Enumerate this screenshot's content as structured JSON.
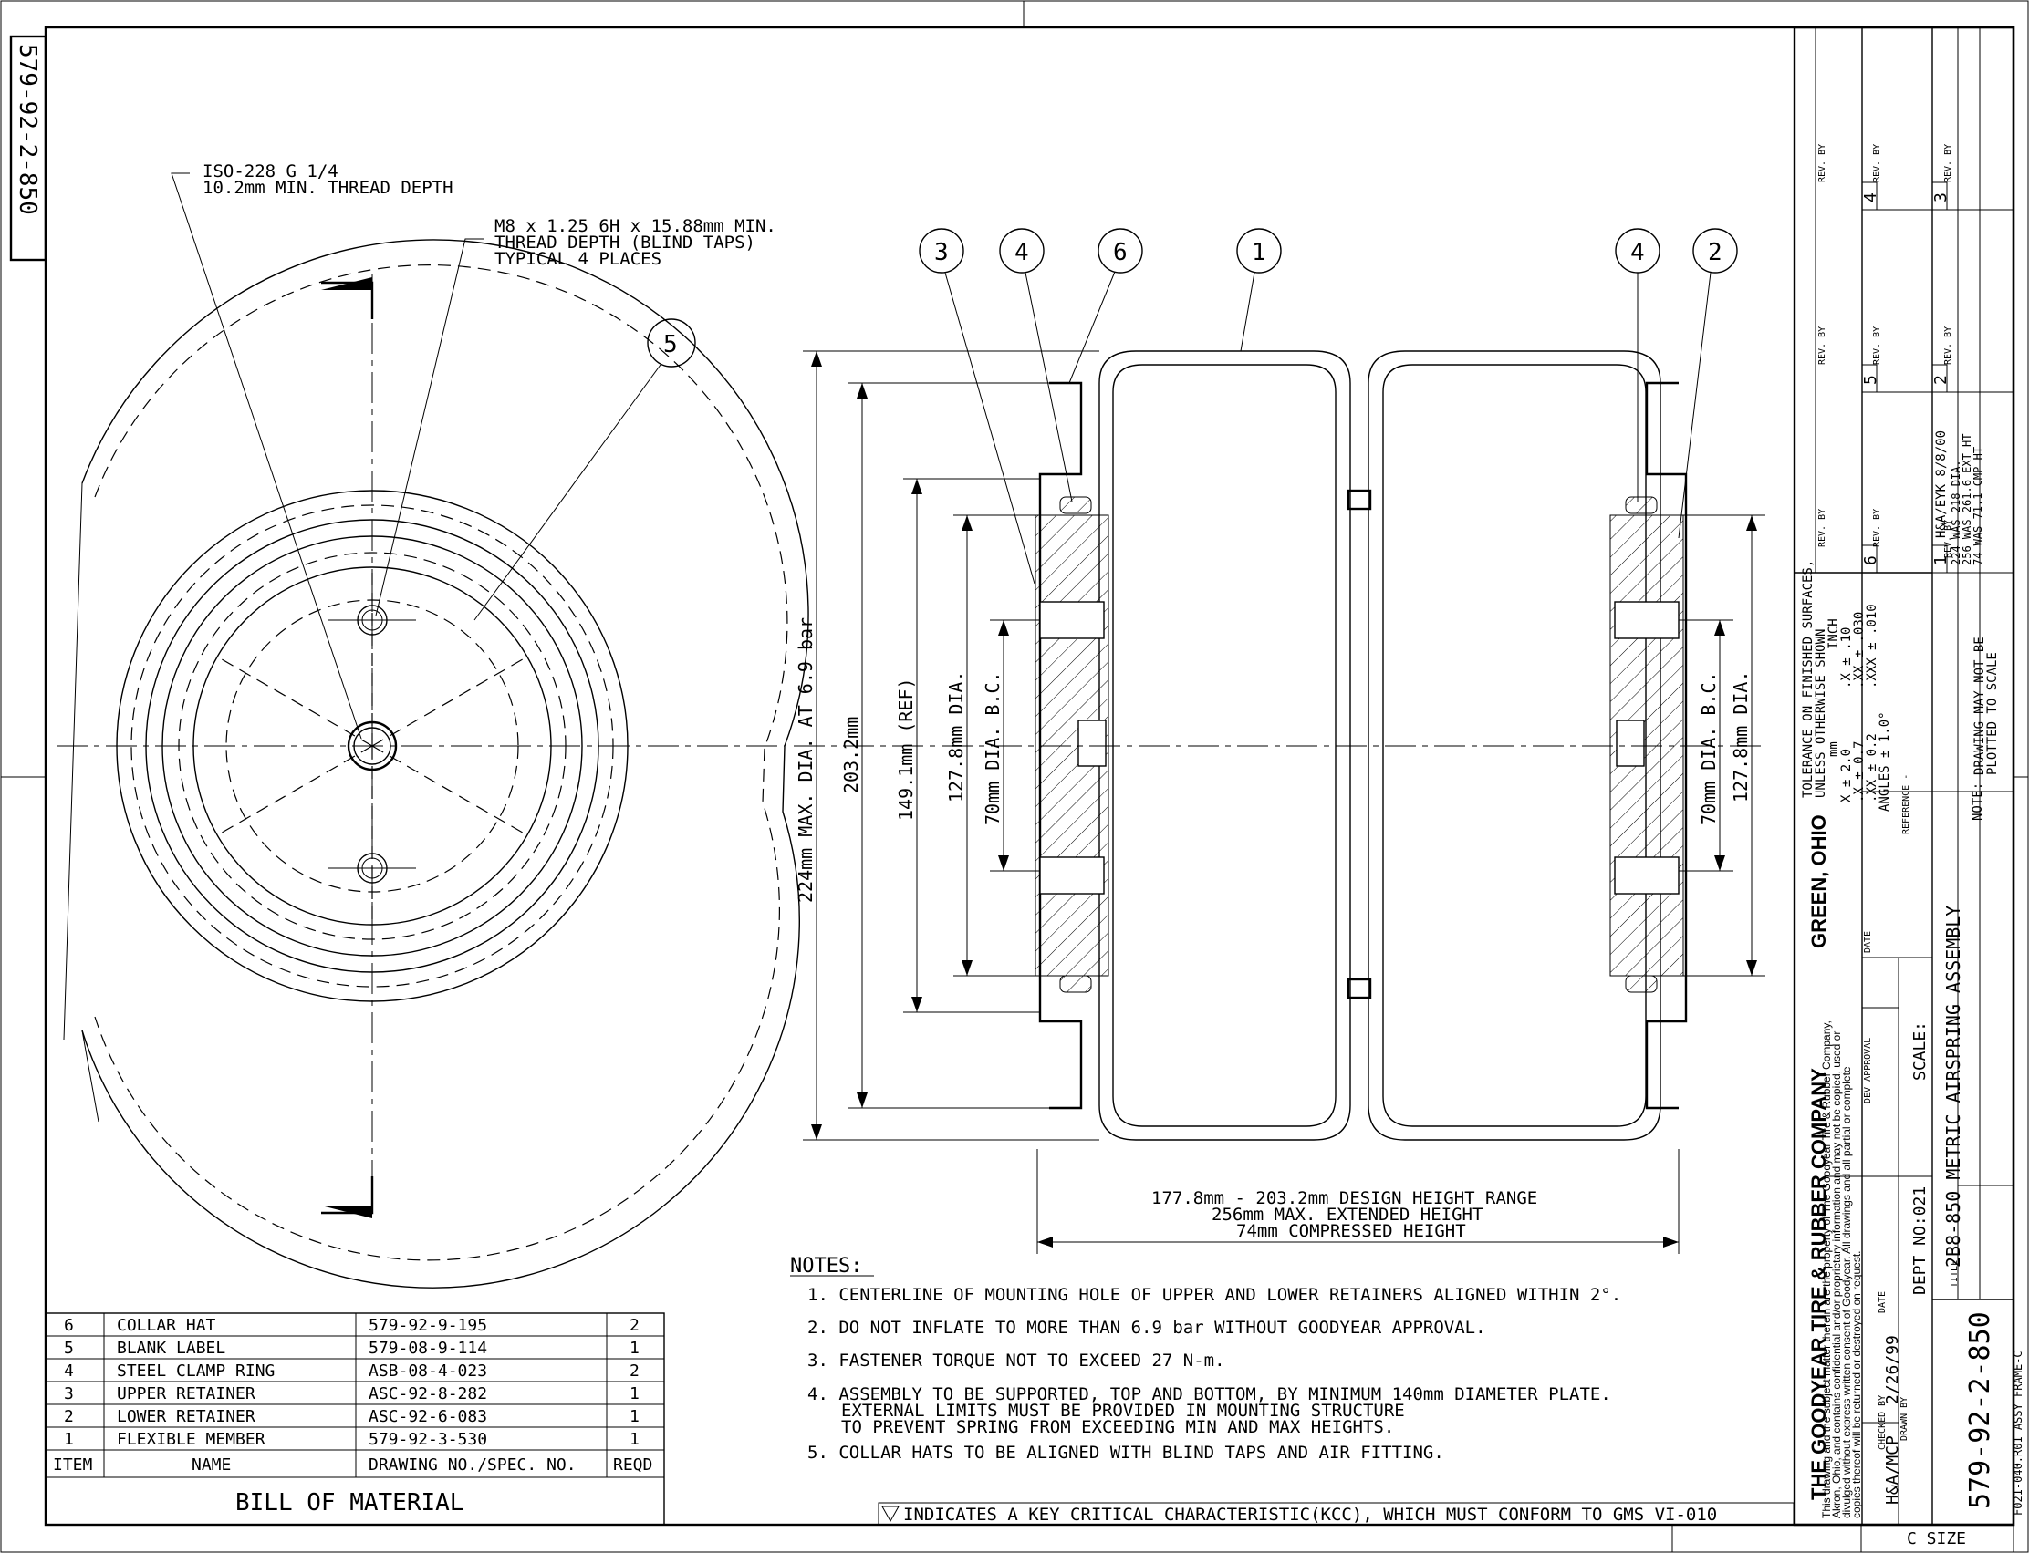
{
  "drawing_number": "579-92-2-850",
  "callouts": {
    "iso_thread_line1": "ISO-228 G 1/4",
    "iso_thread_line2": "10.2mm MIN. THREAD DEPTH",
    "m8_line1": "M8 x 1.25 6H x 15.88mm MIN.",
    "m8_line2": "THREAD DEPTH (BLIND TAPS)",
    "m8_line3": "TYPICAL 4 PLACES"
  },
  "balloons": [
    "3",
    "4",
    "6",
    "1",
    "5",
    "4",
    "2"
  ],
  "dimensions": {
    "max_dia": "224mm MAX. DIA. AT 6.9 bar",
    "d203": "203.2mm",
    "d149": "149.1mm (REF)",
    "d127_left": "127.8mm DIA.",
    "bc70_left": "70mm DIA. B.C.",
    "bc70_right": "70mm DIA. B.C.",
    "d127_right": "127.8mm DIA.",
    "height_line1": "177.8mm - 203.2mm DESIGN HEIGHT RANGE",
    "height_line2": "256mm MAX. EXTENDED HEIGHT",
    "height_line3": "74mm COMPRESSED HEIGHT"
  },
  "notes": {
    "heading": "NOTES:",
    "items": [
      "1. CENTERLINE OF MOUNTING HOLE OF UPPER AND LOWER RETAINERS ALIGNED WITHIN 2°.",
      "2. DO NOT INFLATE TO MORE THAN 6.9 bar WITHOUT GOODYEAR APPROVAL.",
      "3. FASTENER TORQUE NOT TO EXCEED 27 N-m.",
      "4. ASSEMBLY TO BE SUPPORTED, TOP AND BOTTOM, BY MINIMUM 140mm DIAMETER PLATE.",
      "EXTERNAL LIMITS MUST BE PROVIDED IN MOUNTING STRUCTURE",
      "TO PREVENT SPRING FROM EXCEEDING MIN AND MAX HEIGHTS.",
      "5. COLLAR HATS TO BE ALIGNED WITH BLIND TAPS AND AIR FITTING."
    ]
  },
  "kcc_note": "INDICATES A KEY CRITICAL CHARACTERISTIC(KCC), WHICH MUST CONFORM TO GMS VI-010",
  "bom": {
    "title": "BILL OF MATERIAL",
    "headers": [
      "ITEM",
      "NAME",
      "DRAWING NO./SPEC. NO.",
      "REQD"
    ],
    "rows": [
      [
        "6",
        "COLLAR HAT",
        "579-92-9-195",
        "2"
      ],
      [
        "5",
        "BLANK LABEL",
        "579-08-9-114",
        "1"
      ],
      [
        "4",
        "STEEL CLAMP RING",
        "ASB-08-4-023",
        "2"
      ],
      [
        "3",
        "UPPER RETAINER",
        "ASC-92-8-282",
        "1"
      ],
      [
        "2",
        "LOWER RETAINER",
        "ASC-92-6-083",
        "1"
      ],
      [
        "1",
        "FLEXIBLE MEMBER",
        "579-92-3-530",
        "1"
      ]
    ]
  },
  "title_block": {
    "company": "THE GOODYEAR TIRE & RUBBER COMPANY",
    "location": "GREEN, OHIO",
    "proprietary": [
      "This drawing and the subject matter therein are the property of The Goodyear Tire & Rubber Company,",
      "Akron, Ohio, and contains confidential and/or proprietary information and may not be copied, used or",
      "divulged without express written consent of Goodyear. All drawings and all partial or complete",
      "copies thereof will be returned or destroyed on request."
    ],
    "tolerance_title": "TOLERANCE ON FINISHED SURFACES,",
    "tolerance_sub": "UNLESS OTHERWISE SHOWN",
    "tol_mm_head": "mm",
    "tol_inch_head": "INCH",
    "tol_rows": [
      [
        "X   ± 2.0",
        ".X   ± .10"
      ],
      [
        ".X  ± 0.7",
        ".XX  ± .030"
      ],
      [
        ".XX ± 0.2",
        ".XXX ± .010"
      ]
    ],
    "angles": "ANGLES ± 1.0°",
    "reference": "REFERENCE -",
    "note_label": "NOTE:",
    "note_line1": "DRAWING MAY NOT BE",
    "note_line2": "PLOTTED TO SCALE",
    "drawn_by_label": "DRAWN BY",
    "drawn_by": "H&A/MCP",
    "date_label": "DATE",
    "drawn_date": "2/26/99",
    "checked_label": "CHECKED BY",
    "dev_approval": "DEV APPROVAL",
    "dept": "DEPT NO:021",
    "scale": "SCALE:",
    "title_label": "TITLE",
    "title": "2B8-850 METRIC AIRSPRING ASSEMBLY",
    "part_number": "579-92-2-850",
    "frame_code": "F021-040.R01   ASSY FRAME-C",
    "size": "C SIZE",
    "rev_by_label": "REV. BY",
    "rev_numbers": [
      "1",
      "2",
      "3",
      "4",
      "5",
      "6"
    ],
    "rev1_by": "H&A/EYK 8/8/00",
    "rev1_lines": [
      "224 WAS 218 DIA.",
      "256 WAS 261.6 EXT HT",
      "74 WAS 71.1 CMP HT"
    ]
  }
}
